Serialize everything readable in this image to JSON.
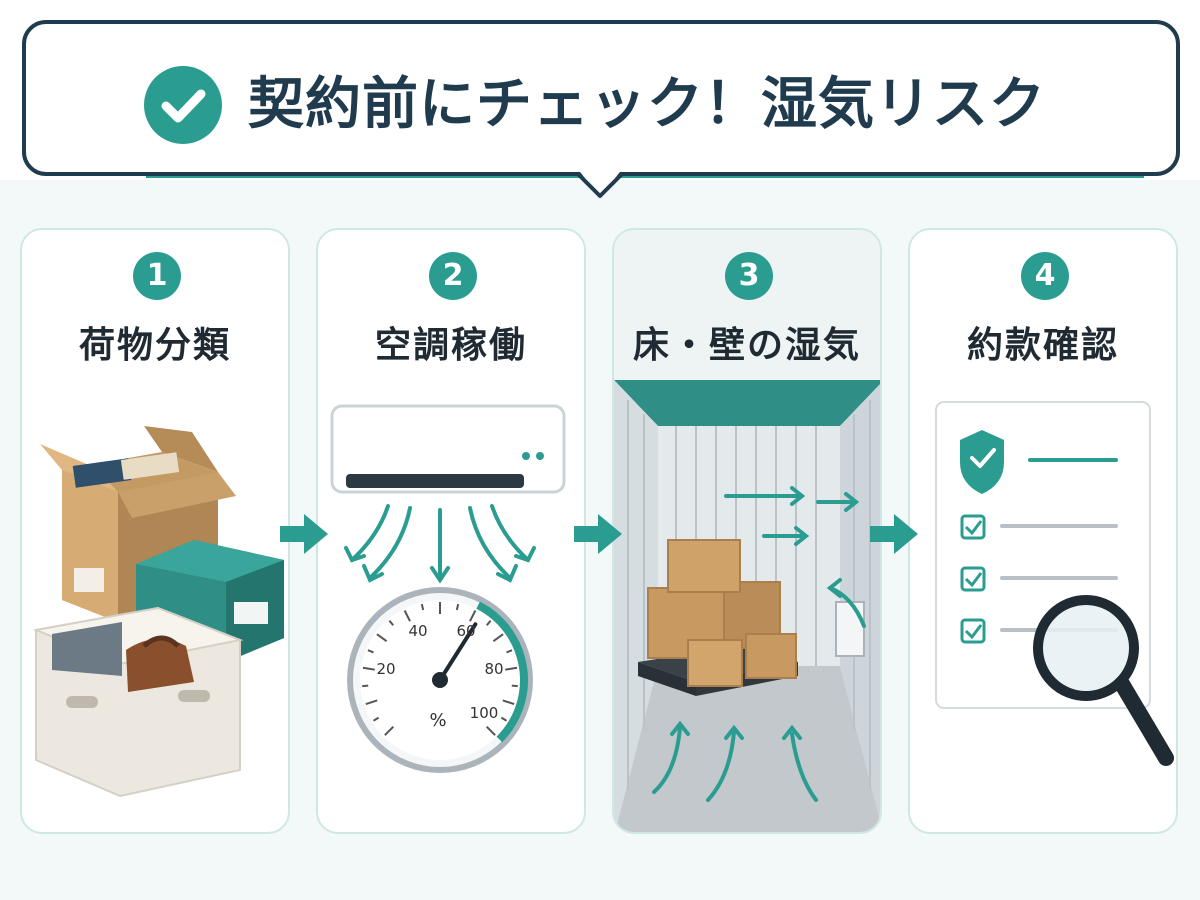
{
  "title": "契約前にチェック！湿気リスク",
  "steps": [
    {
      "number": "1",
      "label": "荷物分類"
    },
    {
      "number": "2",
      "label": "空調稼働"
    },
    {
      "number": "3",
      "label": "床・壁の湿気"
    },
    {
      "number": "4",
      "label": "約款確認"
    }
  ],
  "gauge": {
    "ticks": [
      "20",
      "40",
      "60",
      "80",
      "100"
    ],
    "unit": "%",
    "value_percent": 62
  },
  "colors": {
    "accent": "#2a9d90",
    "navy": "#1f3b4d",
    "cardboard": "#c9a06a"
  }
}
